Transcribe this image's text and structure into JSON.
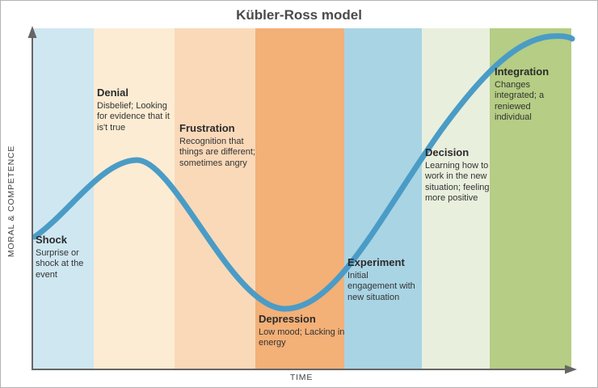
{
  "title": "Kübler-Ross model",
  "axes": {
    "y_label": "MORAL & COMPETENCE",
    "x_label": "TIME"
  },
  "colors": {
    "curve": "#4a9cc6",
    "axis": "#666666",
    "title_text": "#4a4a4a"
  },
  "stages": [
    {
      "name": "Shock",
      "desc": "Surprise or shock at the event",
      "color": "#cfe7f1"
    },
    {
      "name": "Denial",
      "desc": "Disbelief; Looking for evidence that it is't true",
      "color": "#fcecd3"
    },
    {
      "name": "Frustration",
      "desc": "Recognition that things are different; sometimes angry",
      "color": "#fad9b9"
    },
    {
      "name": "Depression",
      "desc": "Low mood; Lacking in energy",
      "color": "#f3b077"
    },
    {
      "name": "Experiment",
      "desc": "Initial engagement with new situation",
      "color": "#a9d4e4"
    },
    {
      "name": "Decision",
      "desc": "Learning how to work in the new situation; feeling more positive",
      "color": "#e9efdd"
    },
    {
      "name": "Integration",
      "desc": "Changes integrated; a reniewed individual",
      "color": "#b5cd84"
    }
  ],
  "chart_data": {
    "type": "line",
    "title": "Kübler-Ross model",
    "xlabel": "TIME",
    "ylabel": "MORAL & COMPETENCE",
    "legend": false,
    "grid": false,
    "categories": [
      "Shock",
      "Denial",
      "Frustration",
      "Depression",
      "Experiment",
      "Decision",
      "Integration"
    ],
    "series": [
      {
        "name": "morale-competence-curve",
        "description": "Starts mid-level at Shock, peaks during Denial, falls to lowest point at Depression, then rises steadily through Experiment and Decision to its highest level at Integration",
        "points_normalized_x": [
          0.0,
          0.19,
          0.46,
          0.65,
          0.8,
          0.93,
          1.0
        ],
        "points_normalized_y": [
          0.4,
          0.61,
          0.17,
          0.45,
          0.78,
          0.97,
          0.97
        ]
      }
    ]
  }
}
